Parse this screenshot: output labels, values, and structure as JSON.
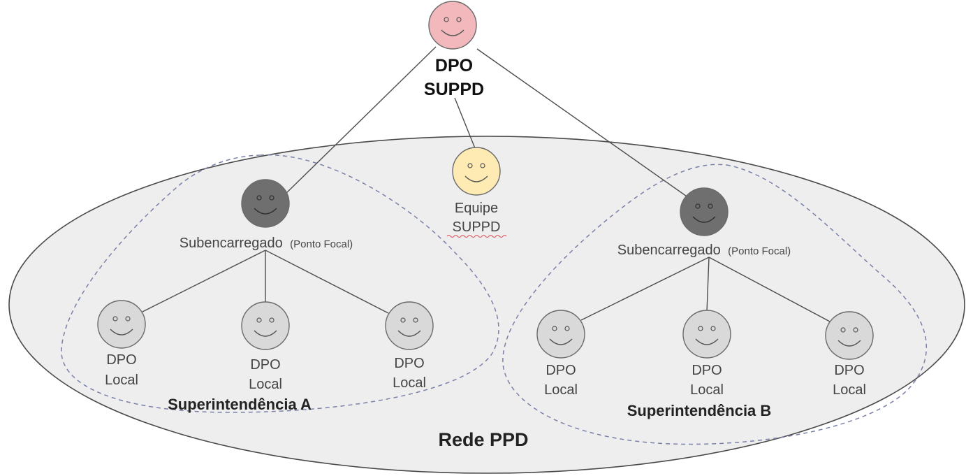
{
  "top_node": {
    "line1": "DPO",
    "line2": "SUPPD",
    "face_color": "#f2b8bc"
  },
  "team_node": {
    "line1": "Equipe",
    "line2": "SUPPD",
    "face_color": "#fdebb3"
  },
  "network_label": "Rede PPD",
  "network_fill": "#eeeeee",
  "focal_face_color": "#6f6f6f",
  "local_face_color": "#d9d9d9",
  "groups": [
    {
      "title": "Superintendência A",
      "focal": {
        "label": "Subencarregado",
        "sublabel": "(Ponto Focal)"
      },
      "locals": [
        {
          "line1": "DPO",
          "line2": "Local"
        },
        {
          "line1": "DPO",
          "line2": "Local"
        },
        {
          "line1": "DPO",
          "line2": "Local"
        }
      ]
    },
    {
      "title": "Superintendência B",
      "focal": {
        "label": "Subencarregado",
        "sublabel": "(Ponto Focal)"
      },
      "locals": [
        {
          "line1": "DPO",
          "line2": "Local"
        },
        {
          "line1": "DPO",
          "line2": "Local"
        },
        {
          "line1": "DPO",
          "line2": "Local"
        }
      ]
    }
  ]
}
